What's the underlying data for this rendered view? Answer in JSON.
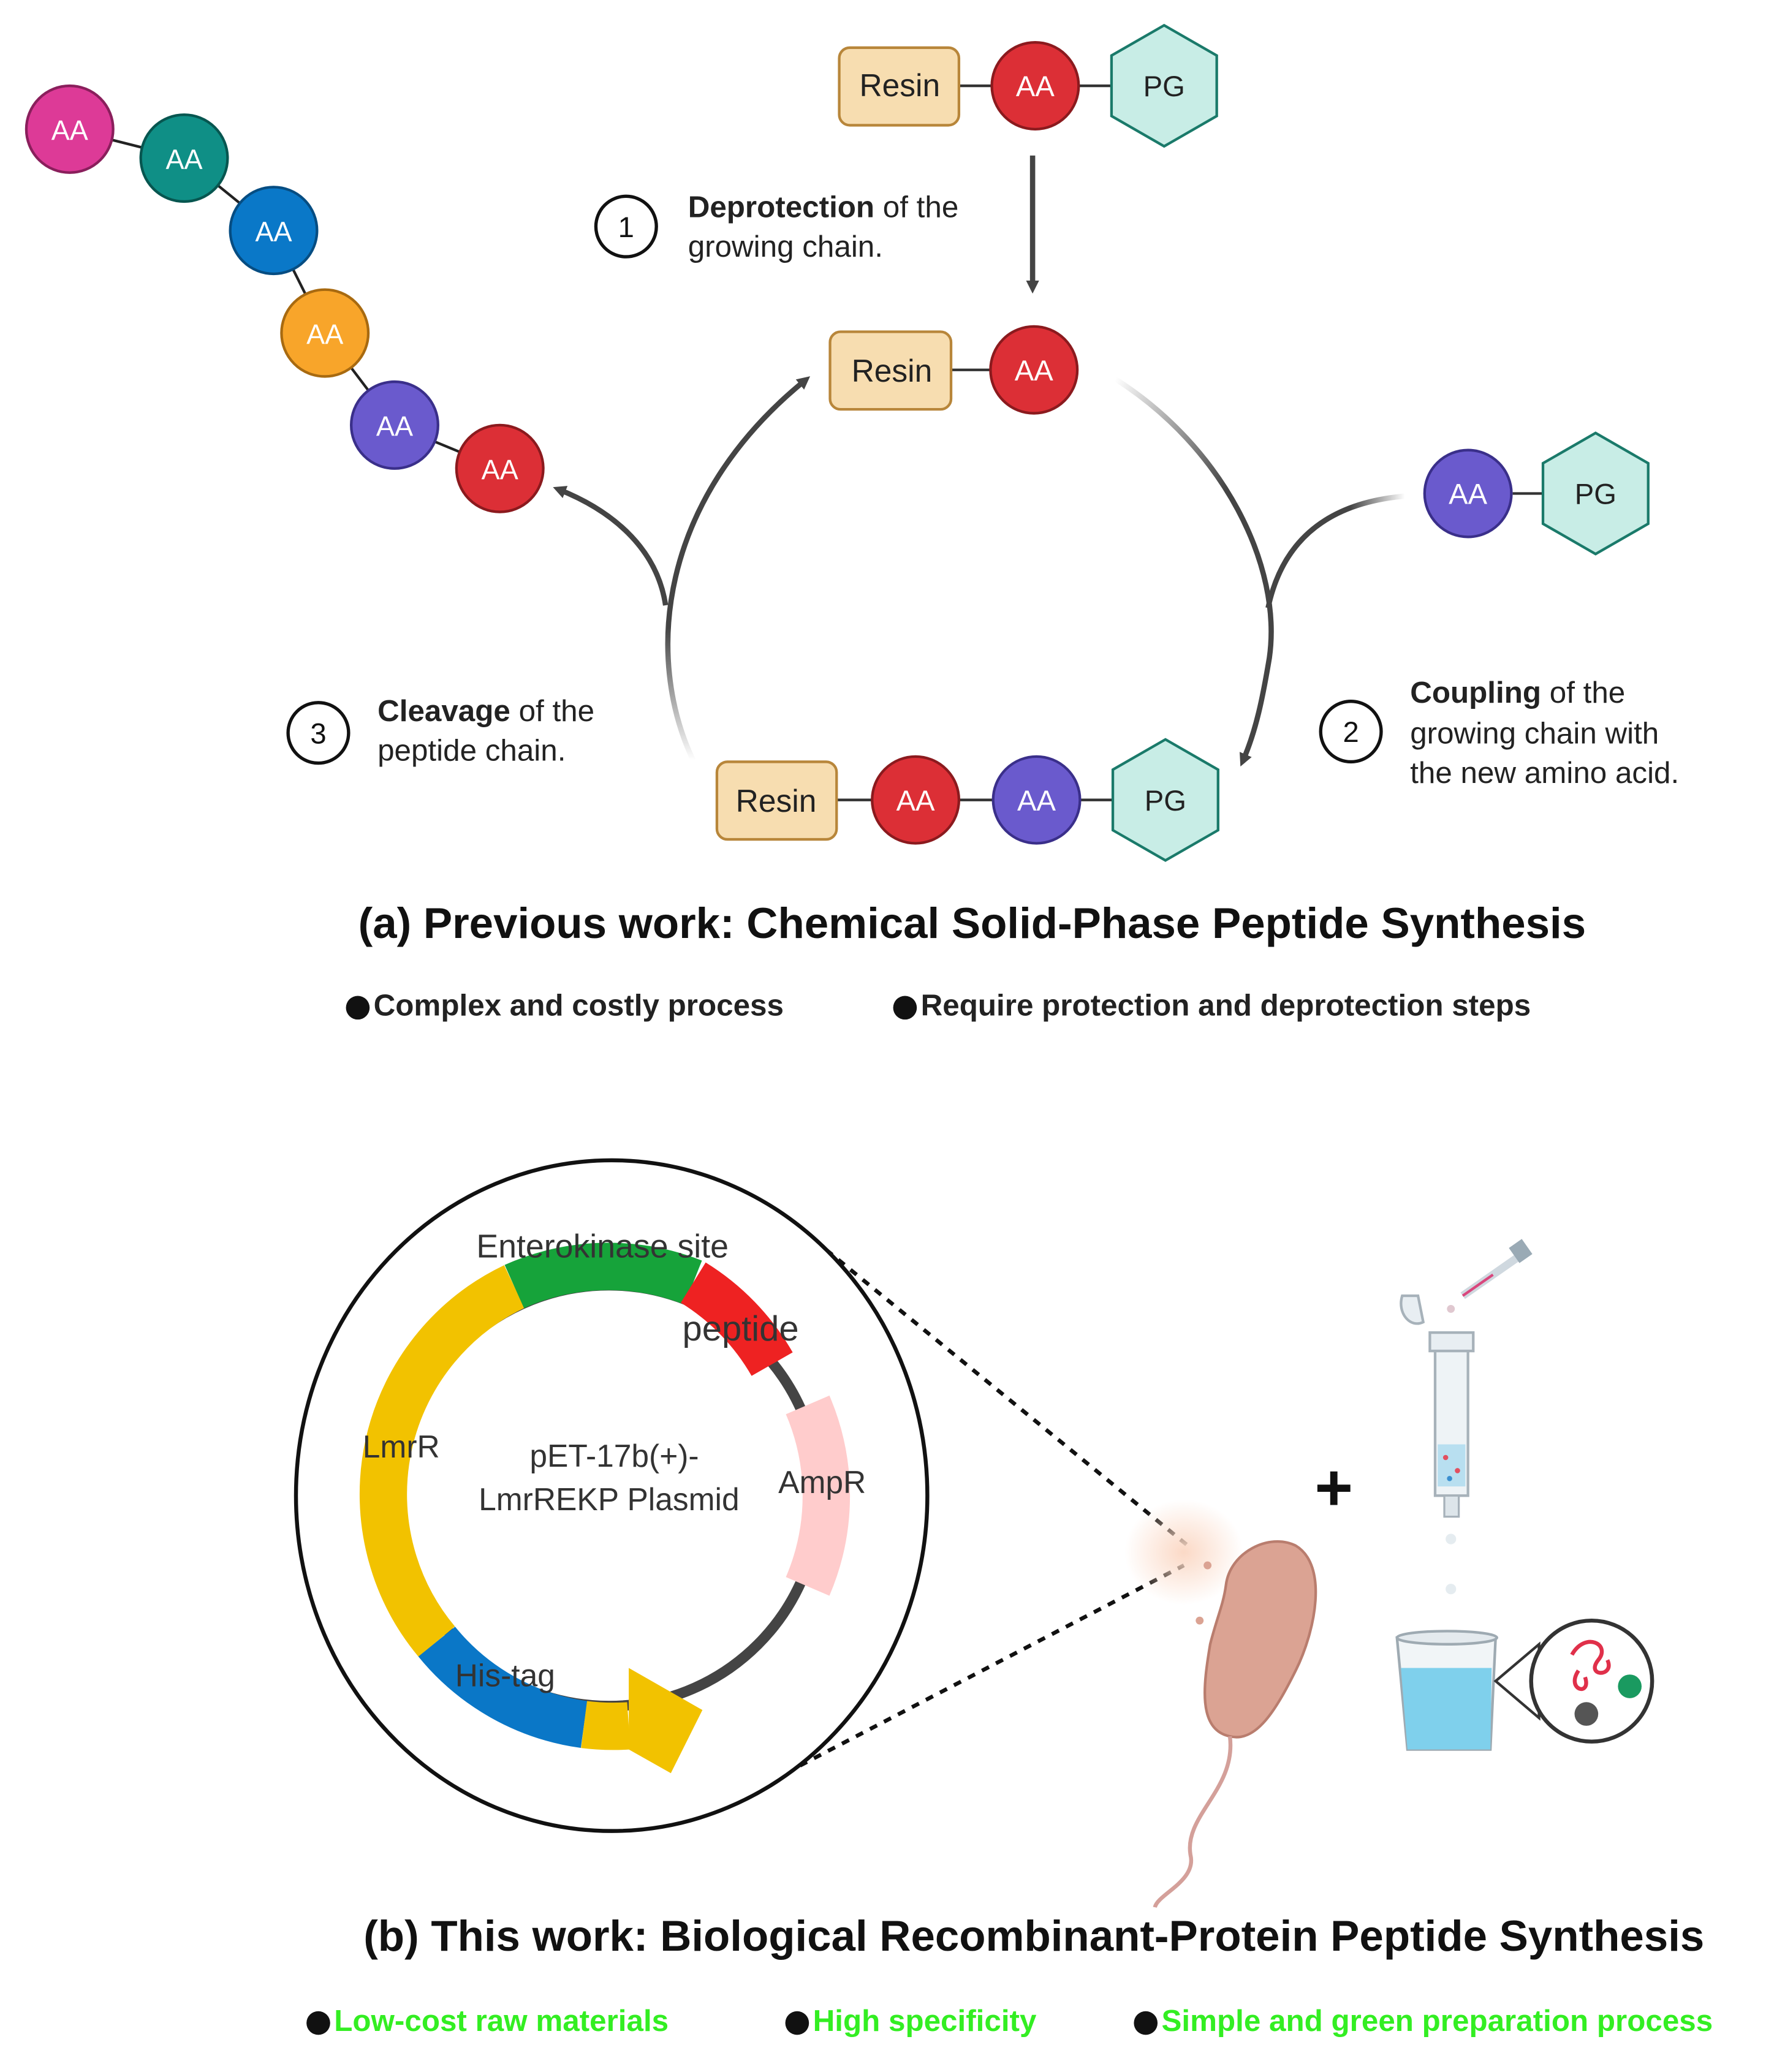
{
  "part_a": {
    "step1": {
      "number": "1",
      "bold": "Deprotection",
      "rest_line1": " of the",
      "line2": "growing chain."
    },
    "step2": {
      "number": "2",
      "bold": "Coupling",
      "rest_line1": " of the",
      "line2": "growing chain with",
      "line3": "the new amino acid."
    },
    "step3": {
      "number": "3",
      "bold": "Cleavage",
      "rest_line1": " of the",
      "line2": "peptide chain."
    },
    "resin": "Resin",
    "aa": "AA",
    "pg": "PG",
    "title": "(a) Previous work: Chemical Solid-Phase Peptide Synthesis",
    "bullets": [
      "Complex and costly process",
      "Require protection and deprotection steps"
    ]
  },
  "part_b": {
    "plasmid": {
      "name_line1": "pET-17b(+)-",
      "name_line2": "LmrREKP Plasmid",
      "enterokinase": "Enterokinase site",
      "peptide": "peptide",
      "lmrr": "LmrR",
      "ampr": "AmpR",
      "histag": "His-tag"
    },
    "plus": "+",
    "title": "(b) This work: Biological Recombinant-Protein Peptide Synthesis",
    "bullets": [
      "Low-cost  raw materials",
      "High specificity",
      "Simple and green preparation process"
    ]
  },
  "colors": {
    "aa_red": "#dc2f36",
    "aa_purple": "#6a5acd",
    "aa_pink": "#dd3a97",
    "aa_teal": "#0f8f86",
    "aa_blue": "#0a78c8",
    "aa_orange": "#f8a52a",
    "resin_fill": "#f7ddb0",
    "pg_fill": "#c8ede6",
    "green_text": "#33ee22",
    "plasmid_yellow": "#f2c200",
    "plasmid_green": "#16a33a",
    "plasmid_red": "#ee2222",
    "plasmid_pink": "#ffcccc",
    "plasmid_blue": "#0a77c7"
  },
  "icons": [
    "bacterium-icon",
    "spin-column-icon",
    "pipette-icon",
    "beaker-icon",
    "magnified-protein-icon"
  ]
}
